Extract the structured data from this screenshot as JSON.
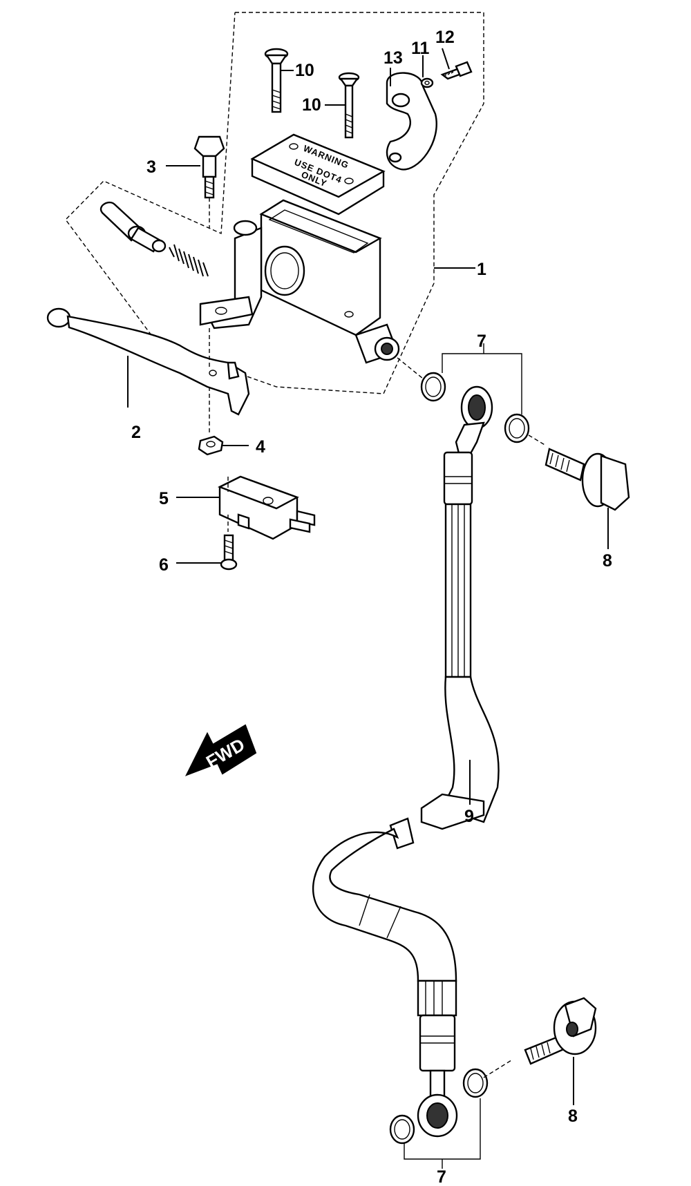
{
  "diagram": {
    "callouts": {
      "c1": "1",
      "c2": "2",
      "c3": "3",
      "c4": "4",
      "c5": "5",
      "c6": "6",
      "c7_top": "7",
      "c7_bottom": "7",
      "c8_top": "8",
      "c8_bottom": "8",
      "c9": "9",
      "c10_a": "10",
      "c10_b": "10",
      "c11": "11",
      "c12": "12",
      "c13": "13"
    },
    "cap_stamp": {
      "line1": "WARNING",
      "line2": "USE DOT4",
      "line3": "ONLY"
    },
    "direction_arrow": "FWD"
  }
}
